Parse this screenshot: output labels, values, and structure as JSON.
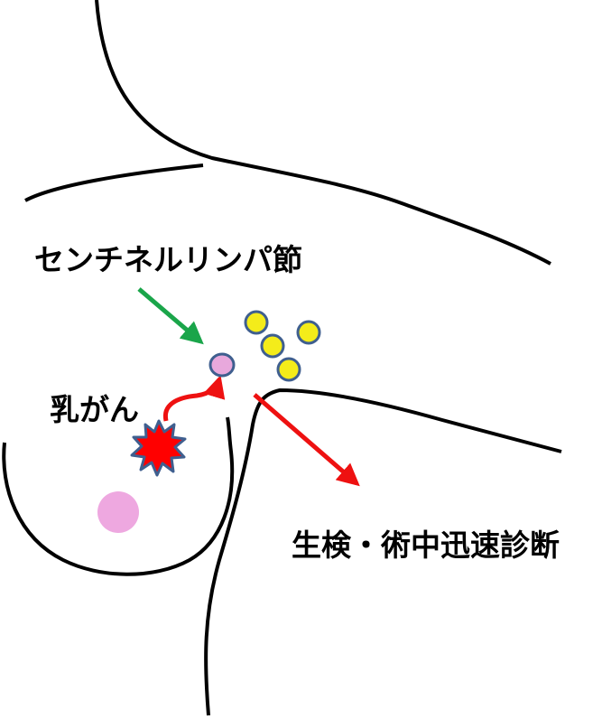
{
  "labels": {
    "sentinel_node": "センチネルリンパ節",
    "breast_cancer": "乳がん",
    "biopsy": "生検・術中迅速診断"
  },
  "colors": {
    "outline": "#000000",
    "green_arrow": "#1aa54a",
    "red_arrow": "#ee1111",
    "sentinel_fill": "#e8a8dc",
    "sentinel_stroke": "#3f5f8f",
    "lymph_fill": "#f4ec1a",
    "lymph_stroke": "#3f5f8f",
    "nipple_fill": "#eea8e0",
    "tumor_fill": "#ff0000",
    "tumor_stroke": "#3f5f8f"
  },
  "icons": {
    "tumor": "starburst-icon",
    "sentinel_node": "circle-icon",
    "lymph_node": "circle-icon"
  }
}
